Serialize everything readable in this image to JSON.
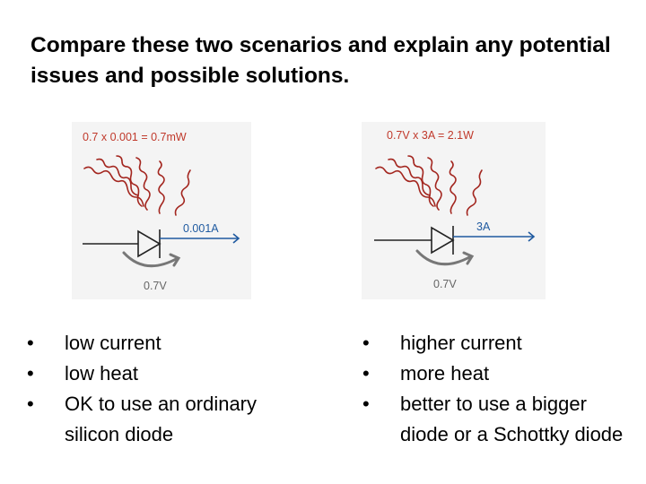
{
  "title": "Compare these two scenarios and explain any potential issues and possible solutions.",
  "scenarios": [
    {
      "power_formula": "0.7 x 0.001 = 0.7mW",
      "current_label": "0.001A",
      "voltage_label": "0.7V",
      "bullets": [
        "low current",
        "low heat",
        "OK to use an ordinary silicon diode"
      ]
    },
    {
      "power_formula": "0.7V x 3A = 2.1W",
      "current_label": "3A",
      "voltage_label": "0.7V",
      "bullets": [
        "higher current",
        "more heat",
        "better to use a bigger diode or a Schottky diode"
      ]
    }
  ],
  "colors": {
    "heat_lines": "#a3261f",
    "current_arrow": "#1f5aa0",
    "voltage_arrow": "#777777",
    "figure_background": "#f4f4f4"
  },
  "icons": [
    "diode-symbol-icon",
    "heat-waves-icon",
    "current-arrow-icon",
    "voltage-arrow-icon"
  ]
}
